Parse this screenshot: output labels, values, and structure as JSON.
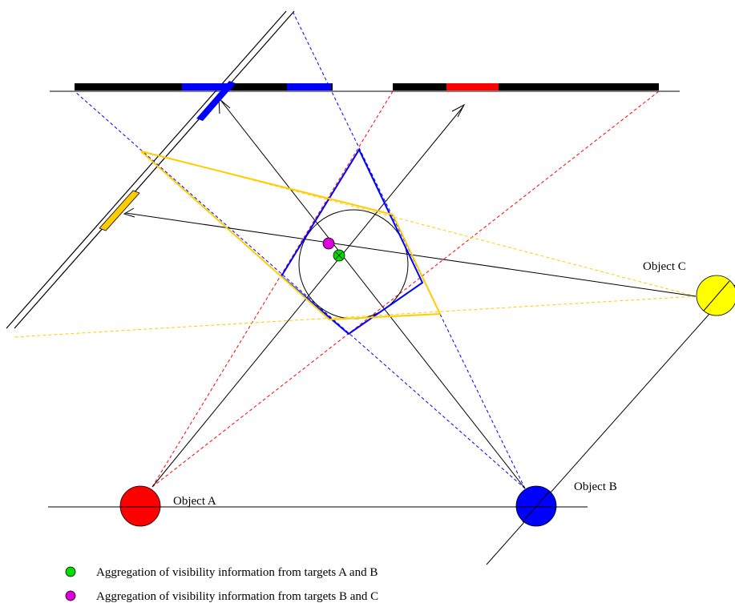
{
  "objects": {
    "a": {
      "label": "Object A",
      "color": "#ff0000"
    },
    "b": {
      "label": "Object B",
      "color": "#0000ff"
    },
    "c": {
      "label": "Object C",
      "color": "#ffff00"
    }
  },
  "legend": [
    {
      "text": "Aggregation of visibility information from targets A and B",
      "color": "#00dd00"
    },
    {
      "text": "Aggregation of visibility information from targets B and C",
      "color": "#dd00dd"
    }
  ],
  "colors": {
    "sensor_bar": "#000000",
    "blue_segment": "#0000ff",
    "red_segment": "#ff0000",
    "orange_segment": "#ffcc00",
    "quad_blue": "#0000ff",
    "quad_orange": "#ffcc00",
    "ray_red": "#ff0000",
    "ray_blue": "#0000ff",
    "ray_orange": "#ffcc00"
  }
}
